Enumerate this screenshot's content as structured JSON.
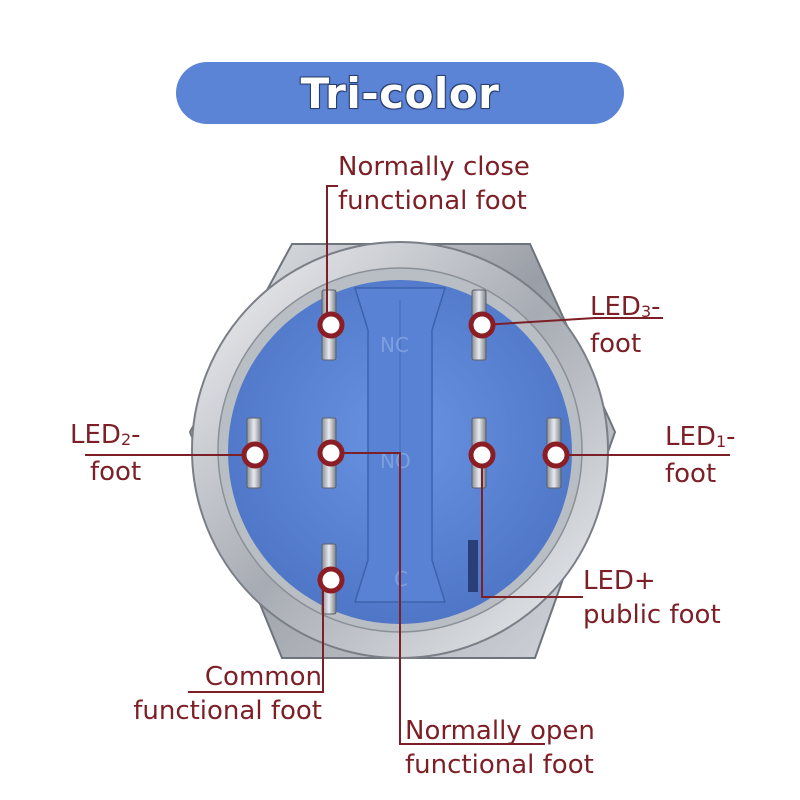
{
  "title": "Tri-color",
  "colors": {
    "title_bg": "#5b83d6",
    "label_text": "#7d1f26",
    "leader_line": "#7d1f26",
    "switch_base": "#5c85d8",
    "metal_ring": "#c9ccd2",
    "pin_marker_fill": "#ffffff",
    "pin_marker_stroke": "#8b1d24"
  },
  "base_markings": {
    "nc": "NC",
    "no": "NO",
    "c": "C"
  },
  "labels": {
    "normally_close": {
      "line1": "Normally close",
      "line2": "functional foot"
    },
    "led3": {
      "line1_main": "LED",
      "line1_sub": "3",
      "line1_suffix": "-",
      "line2": "foot"
    },
    "led2": {
      "line1_main": "LED",
      "line1_sub": "2",
      "line1_suffix": "-",
      "line2": "foot"
    },
    "led1": {
      "line1_main": "LED",
      "line1_sub": "1",
      "line1_suffix": "-",
      "line2": "foot"
    },
    "led_plus": {
      "line1": "LED+",
      "line2": "public foot"
    },
    "common": {
      "line1": "Common",
      "line2": "functional foot"
    },
    "normally_open": {
      "line1": "Normally open",
      "line2": "functional foot"
    }
  }
}
